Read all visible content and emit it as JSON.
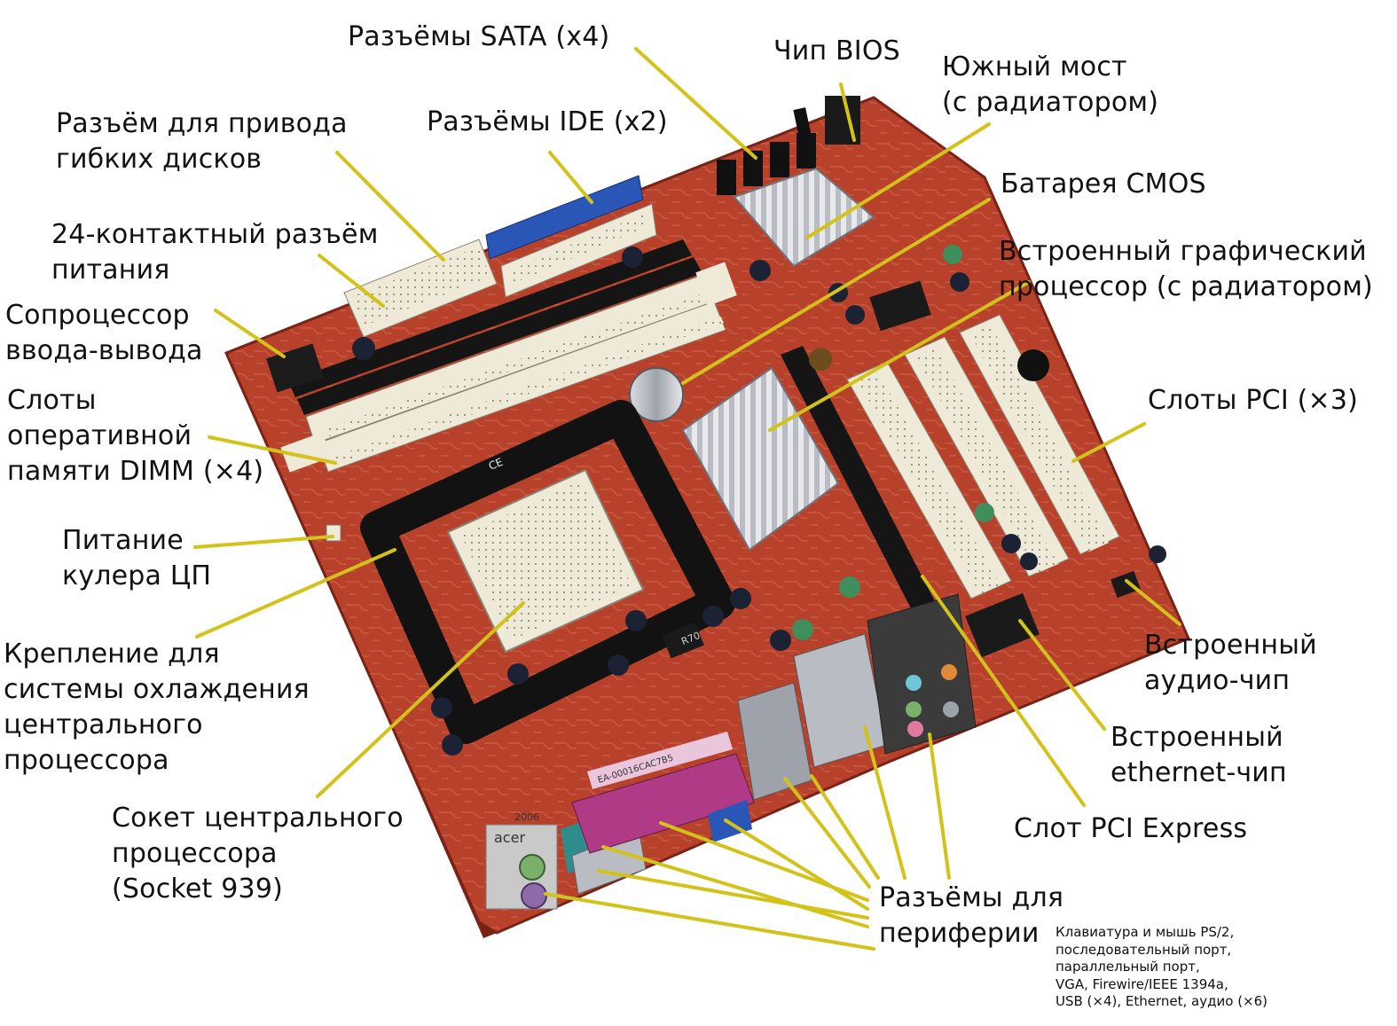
{
  "labels": {
    "sata": [
      "Разъёмы SATA (x4)"
    ],
    "bios": [
      "Чип BIOS"
    ],
    "southbridge": [
      "Южный мост",
      "(с радиатором)"
    ],
    "ide": [
      "Разъёмы IDE (x2)"
    ],
    "floppy": [
      "Разъём для привода",
      "гибких дисков"
    ],
    "cmos": [
      "Батарея CMOS"
    ],
    "power24": [
      "24-контактный разъём",
      "питания"
    ],
    "gpu": [
      "Встроенный графический",
      "процессор (с радиатором)"
    ],
    "io": [
      "Сопроцессор",
      "ввода-вывода"
    ],
    "dimm": [
      "Слоты",
      "оперативной",
      "памяти DIMM (×4)"
    ],
    "pci": [
      "Слоты PCI (×3)"
    ],
    "cpufan": [
      "Питание",
      "кулера ЦП"
    ],
    "cooler": [
      "Крепление для",
      "системы охлаждения",
      "центрального",
      "процессора"
    ],
    "audio": [
      "Встроенный",
      "аудио-чип"
    ],
    "ethernet": [
      "Встроенный",
      "ethernet-чип"
    ],
    "pcie": [
      "Слот PCI Express"
    ],
    "socket": [
      "Сокет центрального",
      "процессора",
      "(Socket 939)"
    ],
    "peripherals": [
      "Разъёмы для",
      "периферии"
    ]
  },
  "note": [
    "Клавиатура и мышь PS/2,",
    "последовательный порт,",
    "параллельный порт,",
    "VGA, Firewire/IEEE 1394a,",
    "USB (×4), Ethernet, аудио (×6)"
  ],
  "board_markings": {
    "sticker": "EA-00016CAC7B5",
    "regulator": "R70",
    "ce": "CE",
    "brand": "acer",
    "year": "2006"
  },
  "colors": {
    "leader": "#d2c21a",
    "pcb": "#b8412c",
    "pcb_dark": "#8e2a1c",
    "slot_cream": "#efe9d8",
    "ide_blue": "#2a56b8",
    "parallel_magenta": "#b03a86"
  }
}
